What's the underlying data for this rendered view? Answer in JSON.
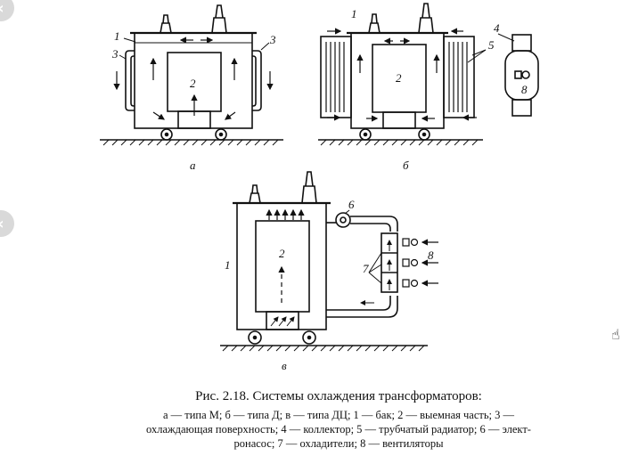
{
  "figure": {
    "label_a": "а",
    "label_b": "б",
    "label_v": "в",
    "num_1": "1",
    "num_2": "2",
    "num_3": "3",
    "num_4": "4",
    "num_5": "5",
    "num_6": "6",
    "num_7": "7",
    "num_8": "8"
  },
  "caption": {
    "title": "Рис. 2.18. Системы охлаждения трансформаторов:",
    "line1": "а — типа М; б — типа Д; в — типа ДЦ; 1 — бак; 2 — выемная часть; 3 —",
    "line2": "охлаждающая поверхность; 4 — коллектор; 5 — трубчатый радиатор; 6 — элект-",
    "line3": "ронасос; 7 — охладители; 8 — вентиляторы"
  },
  "viewer": {
    "prev_icon": "chevron-left-icon",
    "cursor_icon": "hand-cursor-icon"
  }
}
